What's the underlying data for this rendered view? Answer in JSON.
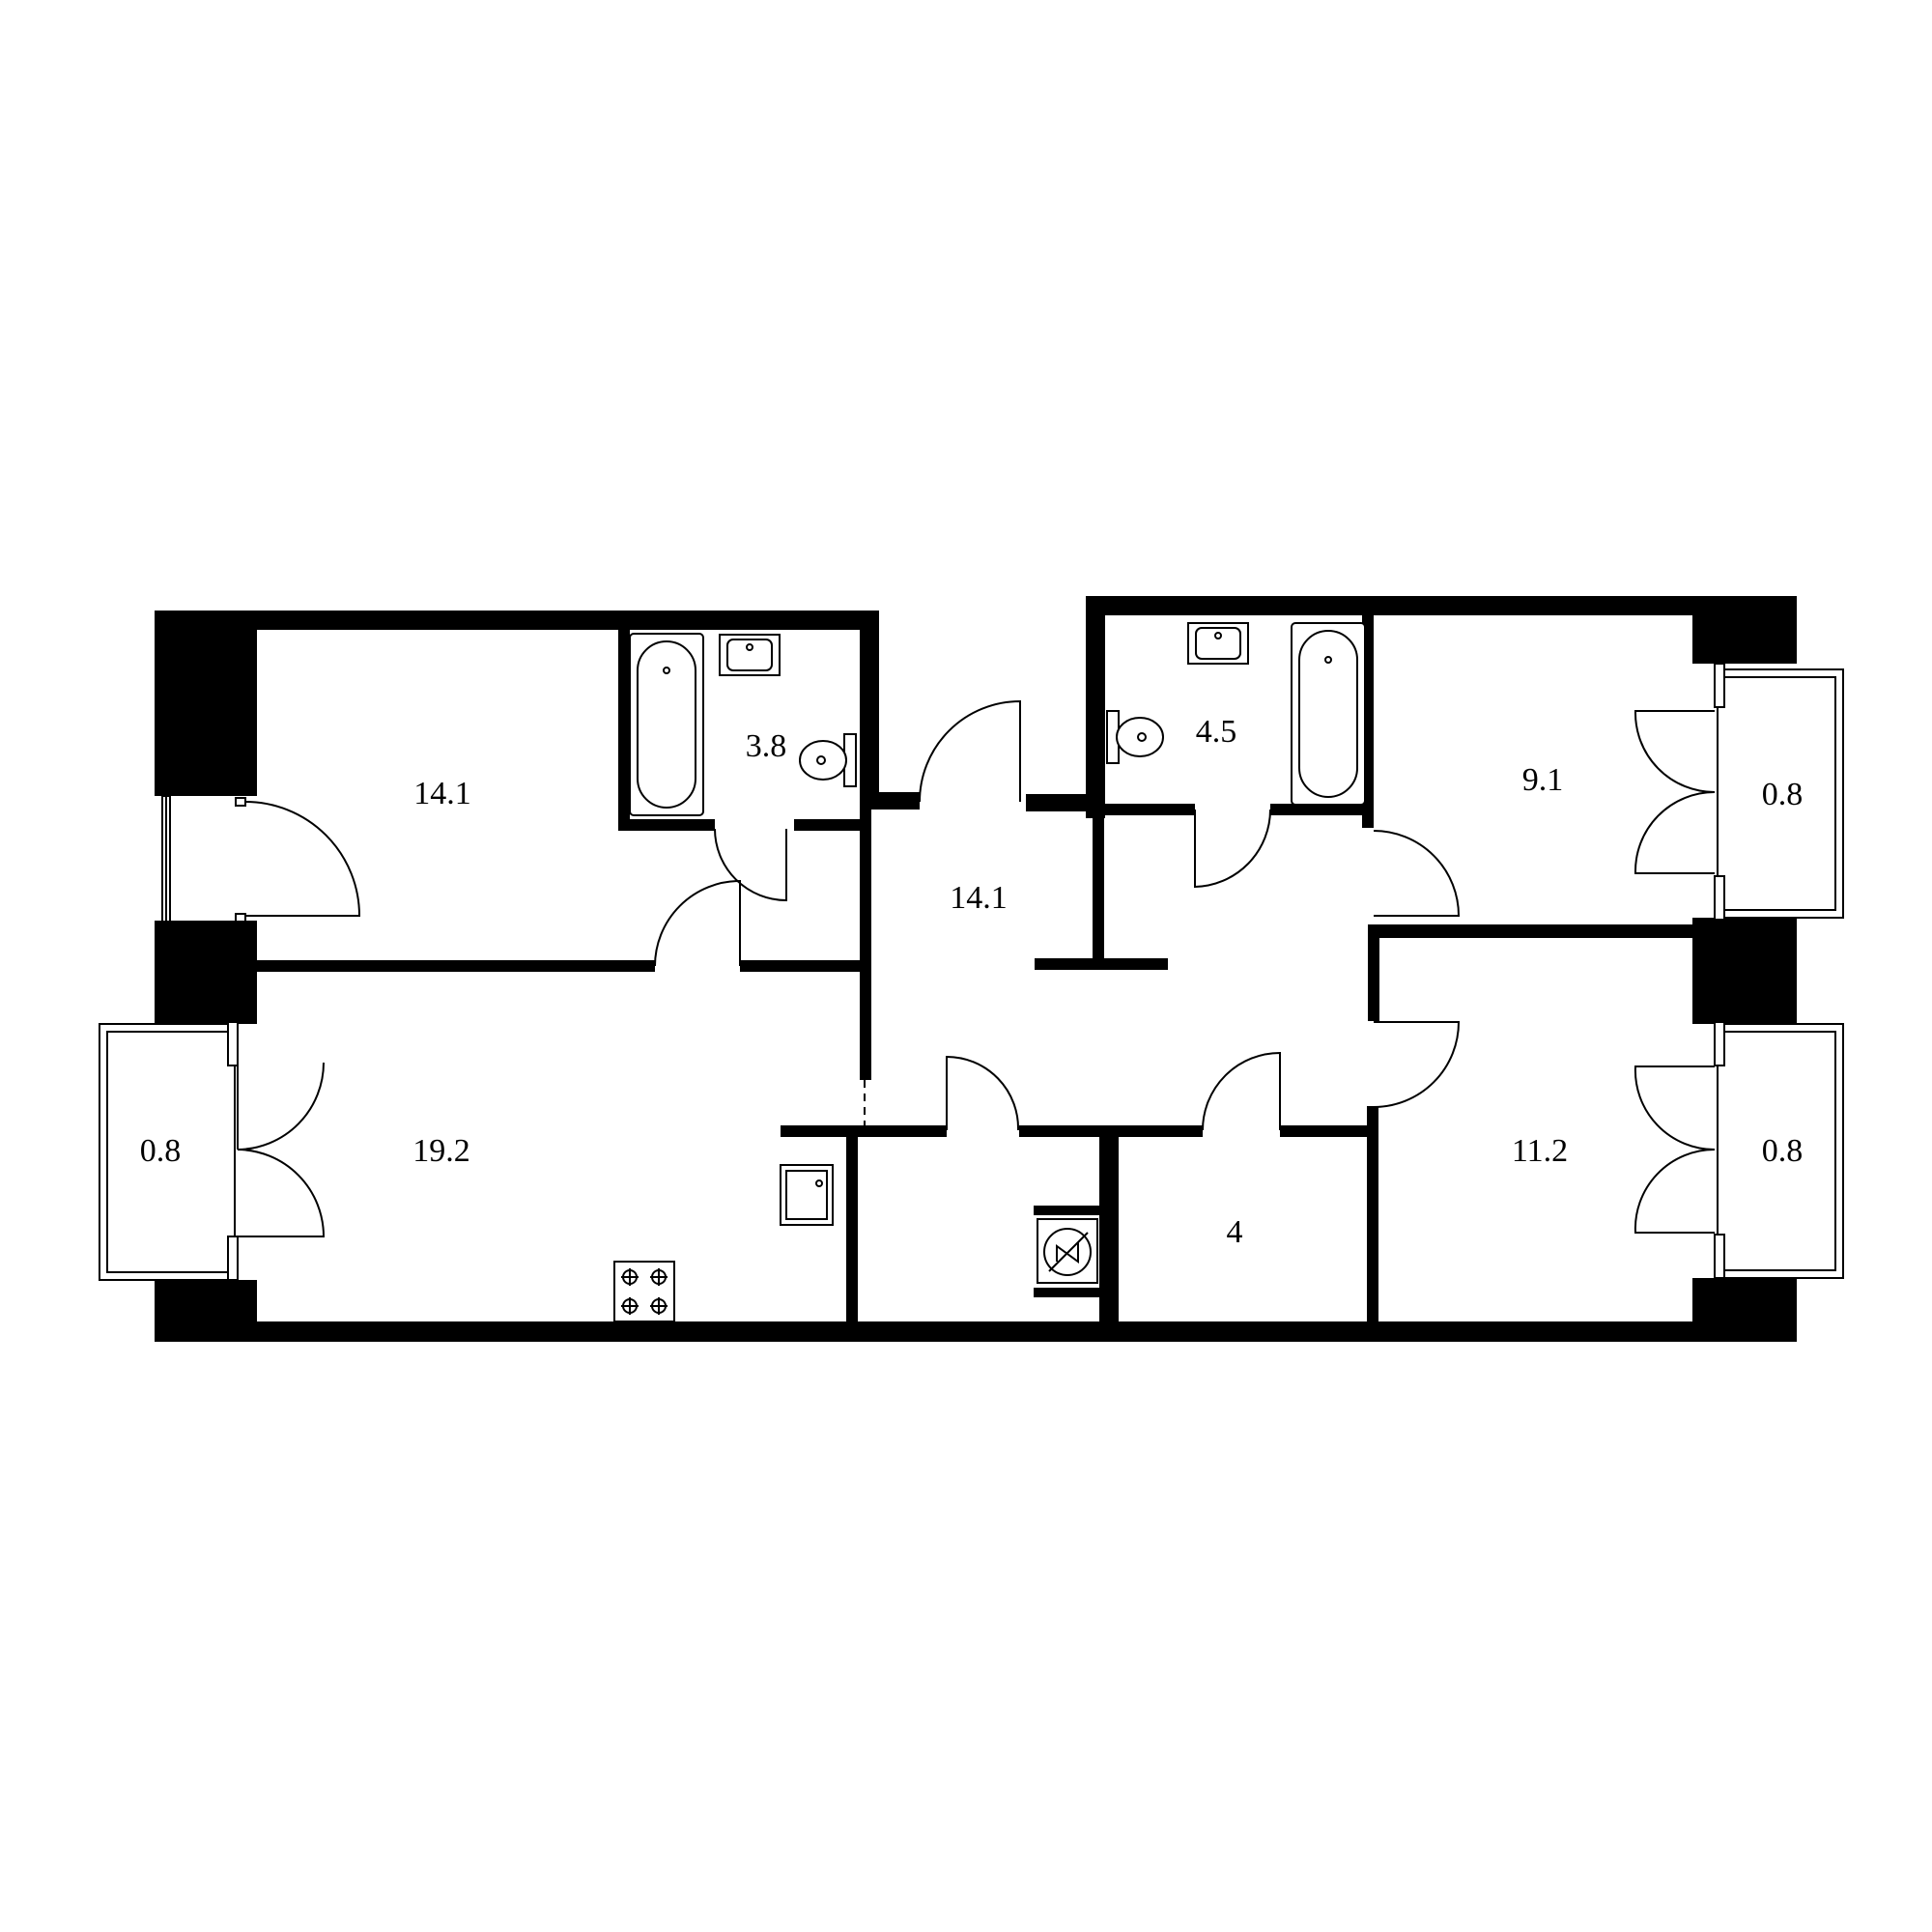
{
  "plan": {
    "colors": {
      "wall": "#000000",
      "background": "#ffffff"
    },
    "rooms": [
      {
        "id": "bedroom-left",
        "area": "14.1"
      },
      {
        "id": "bathroom-left",
        "area": "3.8"
      },
      {
        "id": "hallway",
        "area": "14.1"
      },
      {
        "id": "bathroom-right",
        "area": "4.5"
      },
      {
        "id": "bedroom-right-top",
        "area": "9.1"
      },
      {
        "id": "balcony-right-top",
        "area": "0.8"
      },
      {
        "id": "balcony-left",
        "area": "0.8"
      },
      {
        "id": "kitchen-living",
        "area": "19.2"
      },
      {
        "id": "storage",
        "area": "4"
      },
      {
        "id": "bedroom-right-bottom",
        "area": "11.2"
      },
      {
        "id": "balcony-right-bottom",
        "area": "0.8"
      }
    ],
    "fixtures": [
      "bathtub-icon",
      "sink-icon",
      "toilet-icon",
      "stove-icon",
      "kitchen-sink-icon",
      "boiler-icon"
    ]
  }
}
